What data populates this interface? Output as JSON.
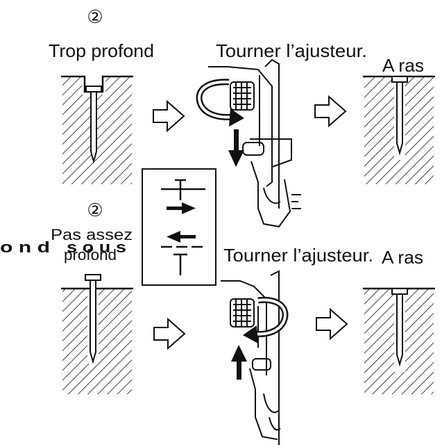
{
  "top_row": {
    "step_marker": "②",
    "problem_label": "Trop profond",
    "action_label": "Tourner l’ajusteur.",
    "result_label": "A ras"
  },
  "bottom_row": {
    "step_marker": "②",
    "problem_label_line1": "Pas assez",
    "problem_label_line2": "profond",
    "action_label": "Tourner l’ajusteur.",
    "result_label": "A ras"
  },
  "overlay_text": {
    "left_fragment": "o n d",
    "right_fragment": "s o u s"
  },
  "icons": {
    "direction_legend": "adjuster-direction-legend",
    "flow_arrow": "outline-right-arrow",
    "rotation_arrow": "curved-rotation-arrow",
    "movement_arrow": "solid-vertical-arrow"
  },
  "colors": {
    "ink": "#111111",
    "background": "#ffffff"
  }
}
